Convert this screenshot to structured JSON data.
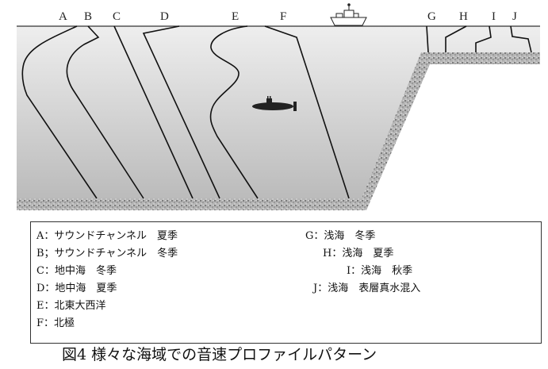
{
  "profile_labels": [
    "A",
    "B",
    "C",
    "D",
    "E",
    "F",
    "G",
    "H",
    "I",
    "J"
  ],
  "legend": [
    "A：サウンドチャンネル　夏季",
    "B；サウンドチャンネル　冬季",
    "C：地中海　冬季",
    "D：地中海　夏季",
    "E：北東大西洋",
    "F：北極",
    "G：浅海　冬季",
    "H：浅海　夏季",
    "I：浅海　秋季",
    "J：浅海　表層真水混入"
  ],
  "caption": "図4 様々な海域での音速プロファイルパターン",
  "colors": {
    "sea_top": "#ececec",
    "sea_bottom": "#bdbdbd",
    "line": "#111111",
    "sediment": "#9a9a9a"
  }
}
